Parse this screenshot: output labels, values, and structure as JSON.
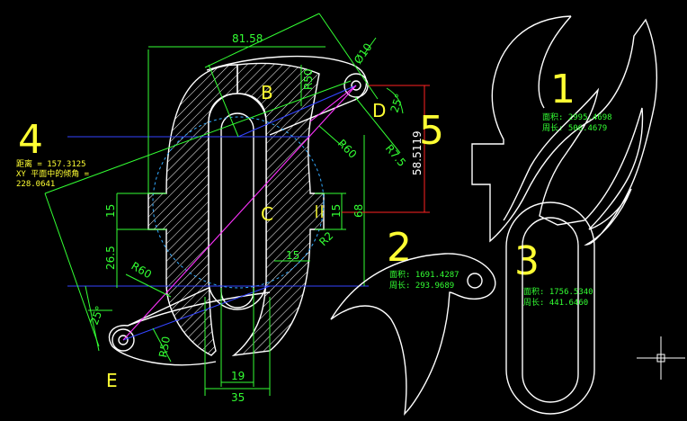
{
  "dimensions": {
    "d_81_58": "81.58",
    "d_r50_top": "R50",
    "d_phi10": "Ø10",
    "d_25_top": "25°",
    "d_r60_mid": "R60",
    "d_r7_5": "R7.5",
    "d_58_5119": "58.5119",
    "d_68": "68",
    "d_15_right": "15",
    "d_r2": "R2",
    "d_15_bottom": "15",
    "d_15_left": "15",
    "d_26_5": "26.5",
    "d_r60_left": "R60",
    "d_25_left": "25°",
    "d_r50_bottom": "R50",
    "d_19": "19",
    "d_35": "35"
  },
  "point_labels": {
    "b": "B",
    "c": "C",
    "d": "D",
    "e": "E"
  },
  "region_numbers": {
    "n1": "1",
    "n2": "2",
    "n3": "3",
    "n4": "4",
    "n5": "5"
  },
  "info": {
    "region1": {
      "area": "面积:  2995.4698",
      "perimeter": "周长:  506.4679"
    },
    "region2": {
      "area": "面积:  1691.4287",
      "perimeter": "周长:  293.9689"
    },
    "region3": {
      "area": "面积:  1756.5340",
      "perimeter": "周长:  441.6460"
    },
    "region4": {
      "distance": "距离 = 157.3125",
      "angle_label": "XY 平面中的倾角 =",
      "angle_value": "228.0641"
    }
  },
  "colors": {
    "background": "#000000",
    "geometry": "#ffffff",
    "dimension": "#33ff33",
    "annotation": "#ffff33",
    "construction_blue": "#3344ff",
    "construction_magenta": "#ff33ff",
    "red_dimension": "#ff2222"
  }
}
